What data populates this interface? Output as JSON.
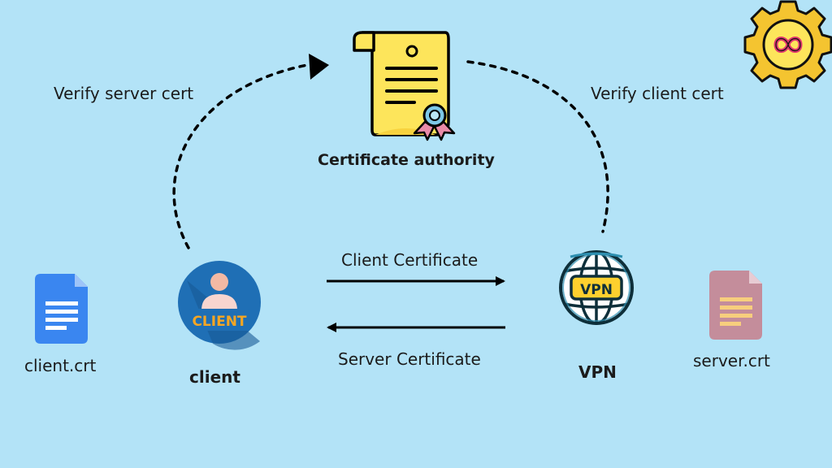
{
  "diagram": {
    "labels": {
      "verify_server": "Verify server cert",
      "verify_client": "Verify client cert",
      "certificate_authority": "Certificate authority",
      "client_certificate": "Client Certificate",
      "server_certificate": "Server Certificate",
      "client_file": "client.crt",
      "client_node": "client",
      "vpn_node": "VPN",
      "server_file": "server.crt"
    },
    "badges": {
      "client_badge": "CLIENT",
      "vpn_badge": "VPN"
    }
  },
  "colors": {
    "background": "#b3e3f7",
    "certificate_yellow": "#fde55b",
    "client_circle": "#1f6fb5",
    "badge_orange": "#f6a623",
    "client_file_blue": "#3a86f0",
    "server_file_pink": "#c48d9b",
    "gear_yellow": "#f4c430"
  },
  "icons": [
    "certificate-icon",
    "client-avatar-icon",
    "vpn-globe-icon",
    "client-file-icon",
    "server-file-icon",
    "gear-infinity-logo-icon"
  ]
}
